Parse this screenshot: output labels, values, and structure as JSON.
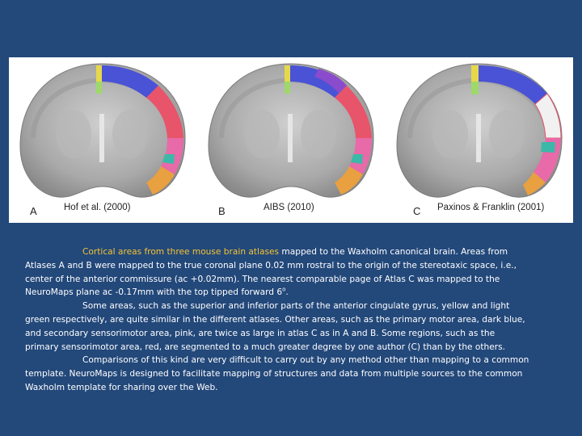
{
  "panels": [
    {
      "letter": "A",
      "source": "Hof et al. (2000)"
    },
    {
      "letter": "B",
      "source": "AIBS (2010)"
    },
    {
      "letter": "C",
      "source": "Paxinos & Franklin (2001)"
    }
  ],
  "caption": {
    "p1_highlight": "Cortical areas from three mouse brain atlases",
    "p1_rest": " mapped to the Waxholm canonical brain. Areas from Atlases A and B were mapped to the true coronal plane 0.02 mm rostral to the origin of the stereotaxic space, i.e., center of the anterior commissure (ac +0.02mm). The nearest comparable page of Atlas C was mapped to the NeuroMaps plane ac -0.17mm with the top tipped forward 6",
    "p1_sup": "o",
    "p1_end": ".",
    "p2": "Some areas, such as the superior and inferior parts of the anterior cingulate gyrus, yellow and light green respectively, are quite similar in the different atlases. Other areas, such as the primary motor area, dark blue, and secondary sensorimotor area, pink, are twice as large in atlas C as in A and B. Some regions, such as the primary sensorimotor area, red, are segmented to a much greater degree by one author (C) than by the others.",
    "p3": "Comparisons of this kind are very difficult to carry out by any method other than mapping to a common template. NeuroMaps is designed to facilitate mapping of structures and data from multiple sources to the common Waxholm template for sharing over the Web."
  },
  "colors": {
    "background": "#23487a",
    "highlight": "#f5c431",
    "area_red": "#e8546a",
    "area_blue": "#4a52d6",
    "area_purple": "#8a4ccc",
    "area_yellow": "#e6d84a",
    "area_lightgreen": "#9fd86a",
    "area_pink": "#e86aa8",
    "area_orange": "#e8a040",
    "area_teal": "#3cb8a8"
  }
}
